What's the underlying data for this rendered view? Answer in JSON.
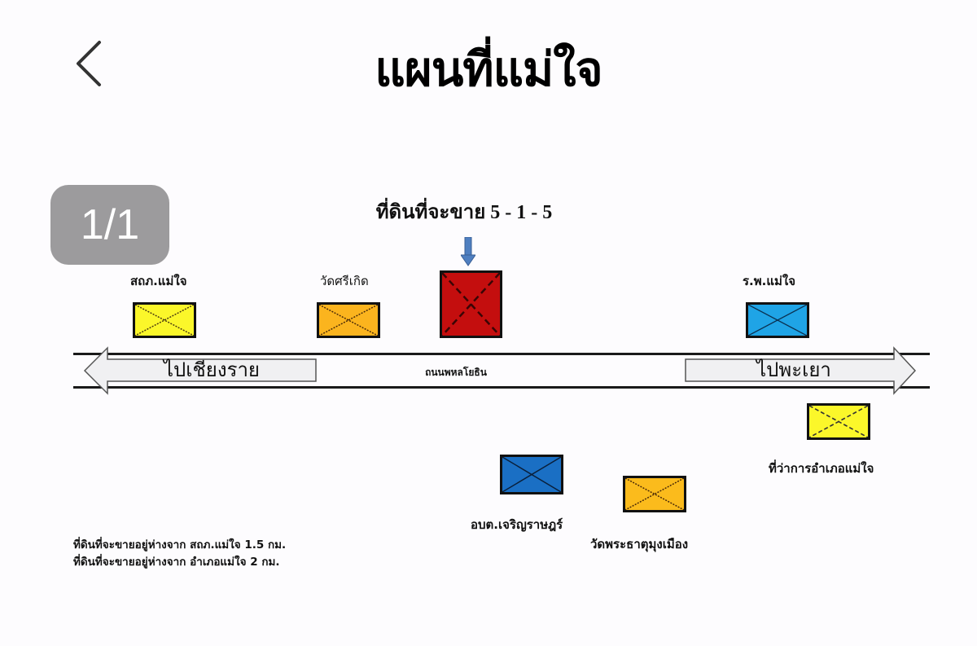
{
  "header": {
    "back_icon": "chevron-left-icon",
    "title": "แผนที่แม่ใจ"
  },
  "pagination": {
    "label": "1/1",
    "current": 1,
    "total": 1
  },
  "map": {
    "title": "ที่ดินที่จะขาย 5 - 1 - 5",
    "marker_icon": "down-arrow-icon",
    "colors": {
      "land_for_sale": "#c40e0e",
      "police": "#fbf72a",
      "temple_sri_koed": "#fbb41e",
      "hospital": "#1fa4e6",
      "district_office": "#fbf72a",
      "sao": "#1a6fc4",
      "temple_phra_that": "#fbbb1c",
      "marker": "#4f7fc0",
      "arrow_fill": "#f0f0f2"
    },
    "places": [
      {
        "id": "police",
        "label": "สถภ.แม่ใจ"
      },
      {
        "id": "temple_sri_koed",
        "label": "วัดศรีเกิด"
      },
      {
        "id": "land_for_sale",
        "label": ""
      },
      {
        "id": "hospital",
        "label": "ร.พ.แม่ใจ"
      },
      {
        "id": "district_office",
        "label": "ที่ว่าการอำเภอแม่ใจ"
      },
      {
        "id": "sao",
        "label": "อบต.เจริญราษฎร์"
      },
      {
        "id": "temple_phra_that",
        "label": "วัดพระธาตุมุงเมือง"
      }
    ],
    "road": {
      "name": "ถนนพหลโยธิน",
      "left_direction": "ไปเชียงราย",
      "right_direction": "ไปพะเยา"
    },
    "notes": [
      "ที่ดินที่จะขายอยู่ห่างจาก สถภ.แม่ใจ 1.5 กม.",
      "ที่ดินที่จะขายอยู่ห่างจาก อำเภอแม่ใจ 2 กม."
    ]
  }
}
